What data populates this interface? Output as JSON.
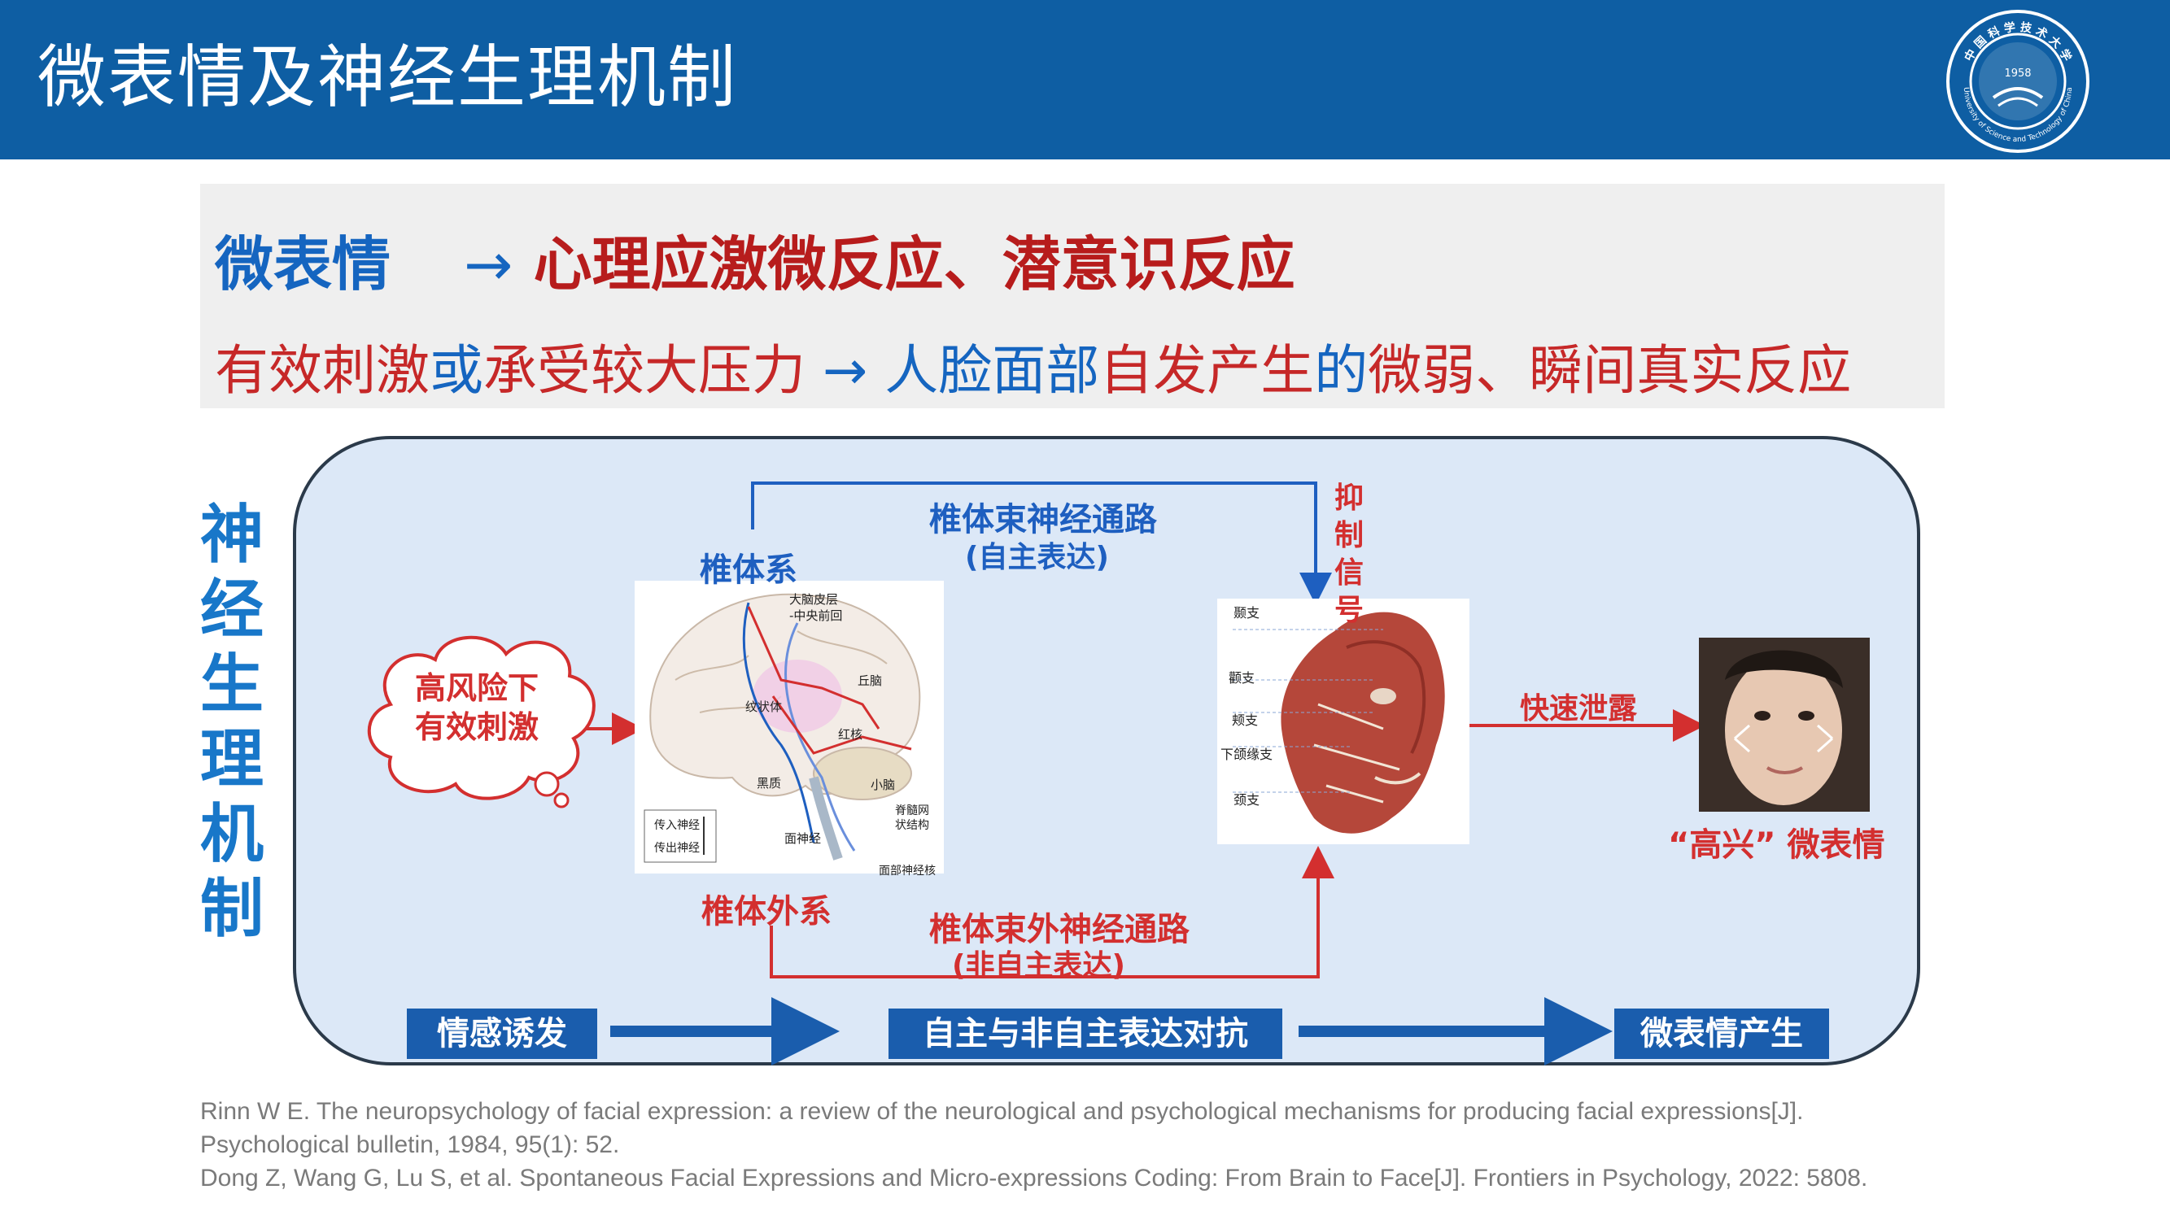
{
  "header": {
    "title": "微表情及神经生理机制",
    "logo_text": "University of Science and Technology of China",
    "logo_year": "1958"
  },
  "summary": {
    "line1": {
      "left": "微表情",
      "arrow": "→",
      "right": "心理应激微反应、潜意识反应"
    },
    "line2": {
      "part1": "有效刺激",
      "part2": "或",
      "part3": "承受较大压力",
      "arrow": "→",
      "part4": "人脸面部",
      "part5": "自发产生",
      "part6": "的",
      "part7": "微弱、瞬间真实反应"
    }
  },
  "side_title": [
    "神",
    "经",
    "生",
    "理",
    "机",
    "制"
  ],
  "diagram": {
    "stimulus": [
      "高风险下",
      "有效刺激"
    ],
    "pyramidal_system": "椎体系",
    "pyramidal_path": "椎体束神经通路",
    "pyramidal_path_sub": "(自主表达)",
    "inhibit_signal": [
      "抑",
      "制",
      "信",
      "号"
    ],
    "extrapyramidal_system": "椎体外系",
    "extrapyramidal_path": "椎体束外神经通路",
    "extrapyramidal_path_sub": "(非自主表达)",
    "fast_leak": "快速泄露",
    "result": "“高兴” 微表情",
    "brain_labels": [
      "大脑皮层",
      "-中央前回",
      "丘脑",
      "纹状体",
      "红核",
      "黑质",
      "小脑",
      "脊髓网",
      "状结构",
      "面神经",
      "面部神经核",
      "传入神经",
      "传出神经"
    ],
    "face_labels": [
      "颞支",
      "颧支",
      "颊支",
      "下颌缘支",
      "颈支"
    ],
    "flow": [
      "情感诱发",
      "自主与非自主表达对抗",
      "微表情产生"
    ]
  },
  "references": [
    "Rinn W E. The neuropsychology of facial expression: a review of the neurological and psychological mechanisms for producing facial expressions[J].",
    "Psychological bulletin, 1984, 95(1): 52.",
    "Dong Z, Wang G, Lu S, et al. Spontaneous Facial Expressions and Micro-expressions Coding: From Brain to Face[J]. Frontiers in Psychology, 2022: 5808."
  ]
}
